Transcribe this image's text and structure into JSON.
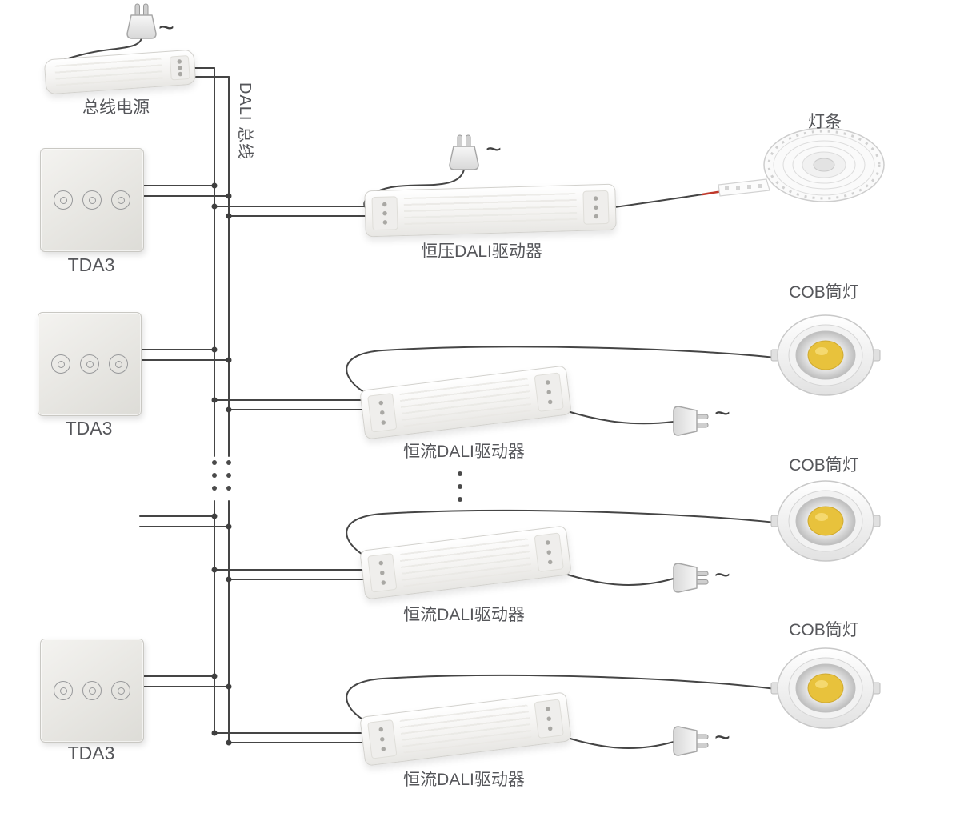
{
  "diagram": {
    "bus": {
      "label": "DALI 总线"
    },
    "power_supply": {
      "label": "总线电源",
      "ac_symbol": "~"
    },
    "switches": [
      {
        "label": "TDA3"
      },
      {
        "label": "TDA3"
      },
      {
        "label": "TDA3"
      }
    ],
    "drivers": [
      {
        "label": "恒压DALI驱动器",
        "ac_symbol": "~",
        "load_type": "led-strip",
        "load_label": "灯条"
      },
      {
        "label": "恒流DALI驱动器",
        "ac_symbol": "~",
        "load_type": "cob-downlight",
        "load_label": "COB筒灯"
      },
      {
        "label": "恒流DALI驱动器",
        "ac_symbol": "~",
        "load_type": "cob-downlight",
        "load_label": "COB筒灯"
      },
      {
        "label": "恒流DALI驱动器",
        "ac_symbol": "~",
        "load_type": "cob-downlight",
        "load_label": "COB筒灯"
      }
    ],
    "colors": {
      "wire": "#454545",
      "text": "#55565a",
      "device": "#f4f3f1",
      "cob_led": "#e8c23c",
      "live_wire_red": "#c0392b"
    }
  }
}
